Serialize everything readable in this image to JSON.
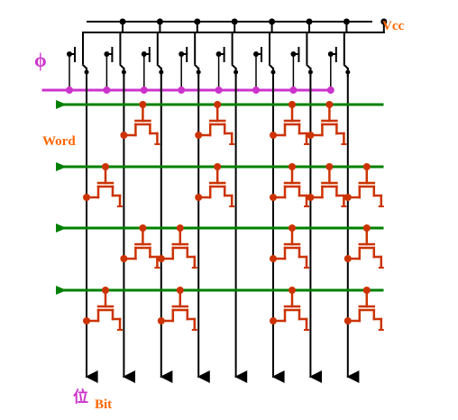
{
  "labels": {
    "vcc": "Vcc",
    "phi": "ϕ",
    "word": "Word",
    "bit_cn": "位",
    "bit_en": "Bit"
  },
  "colors": {
    "wire": "#000000",
    "phi": "#cc33cc",
    "word_line": "#008000",
    "cell": "#cc3300",
    "label_orange": "#ff6600",
    "label_magenta": "#cc33cc"
  },
  "bit_line_count": 8,
  "word_line_count": 4,
  "cells": [
    {
      "word": 1,
      "bit": 2
    },
    {
      "word": 1,
      "bit": 4
    },
    {
      "word": 1,
      "bit": 6
    },
    {
      "word": 1,
      "bit": 7
    },
    {
      "word": 2,
      "bit": 1
    },
    {
      "word": 2,
      "bit": 4
    },
    {
      "word": 2,
      "bit": 6
    },
    {
      "word": 2,
      "bit": 7
    },
    {
      "word": 2,
      "bit": 8
    },
    {
      "word": 3,
      "bit": 2
    },
    {
      "word": 3,
      "bit": 3
    },
    {
      "word": 3,
      "bit": 6
    },
    {
      "word": 3,
      "bit": 8
    },
    {
      "word": 4,
      "bit": 1
    },
    {
      "word": 4,
      "bit": 3
    },
    {
      "word": 4,
      "bit": 6
    },
    {
      "word": 4,
      "bit": 8
    }
  ]
}
